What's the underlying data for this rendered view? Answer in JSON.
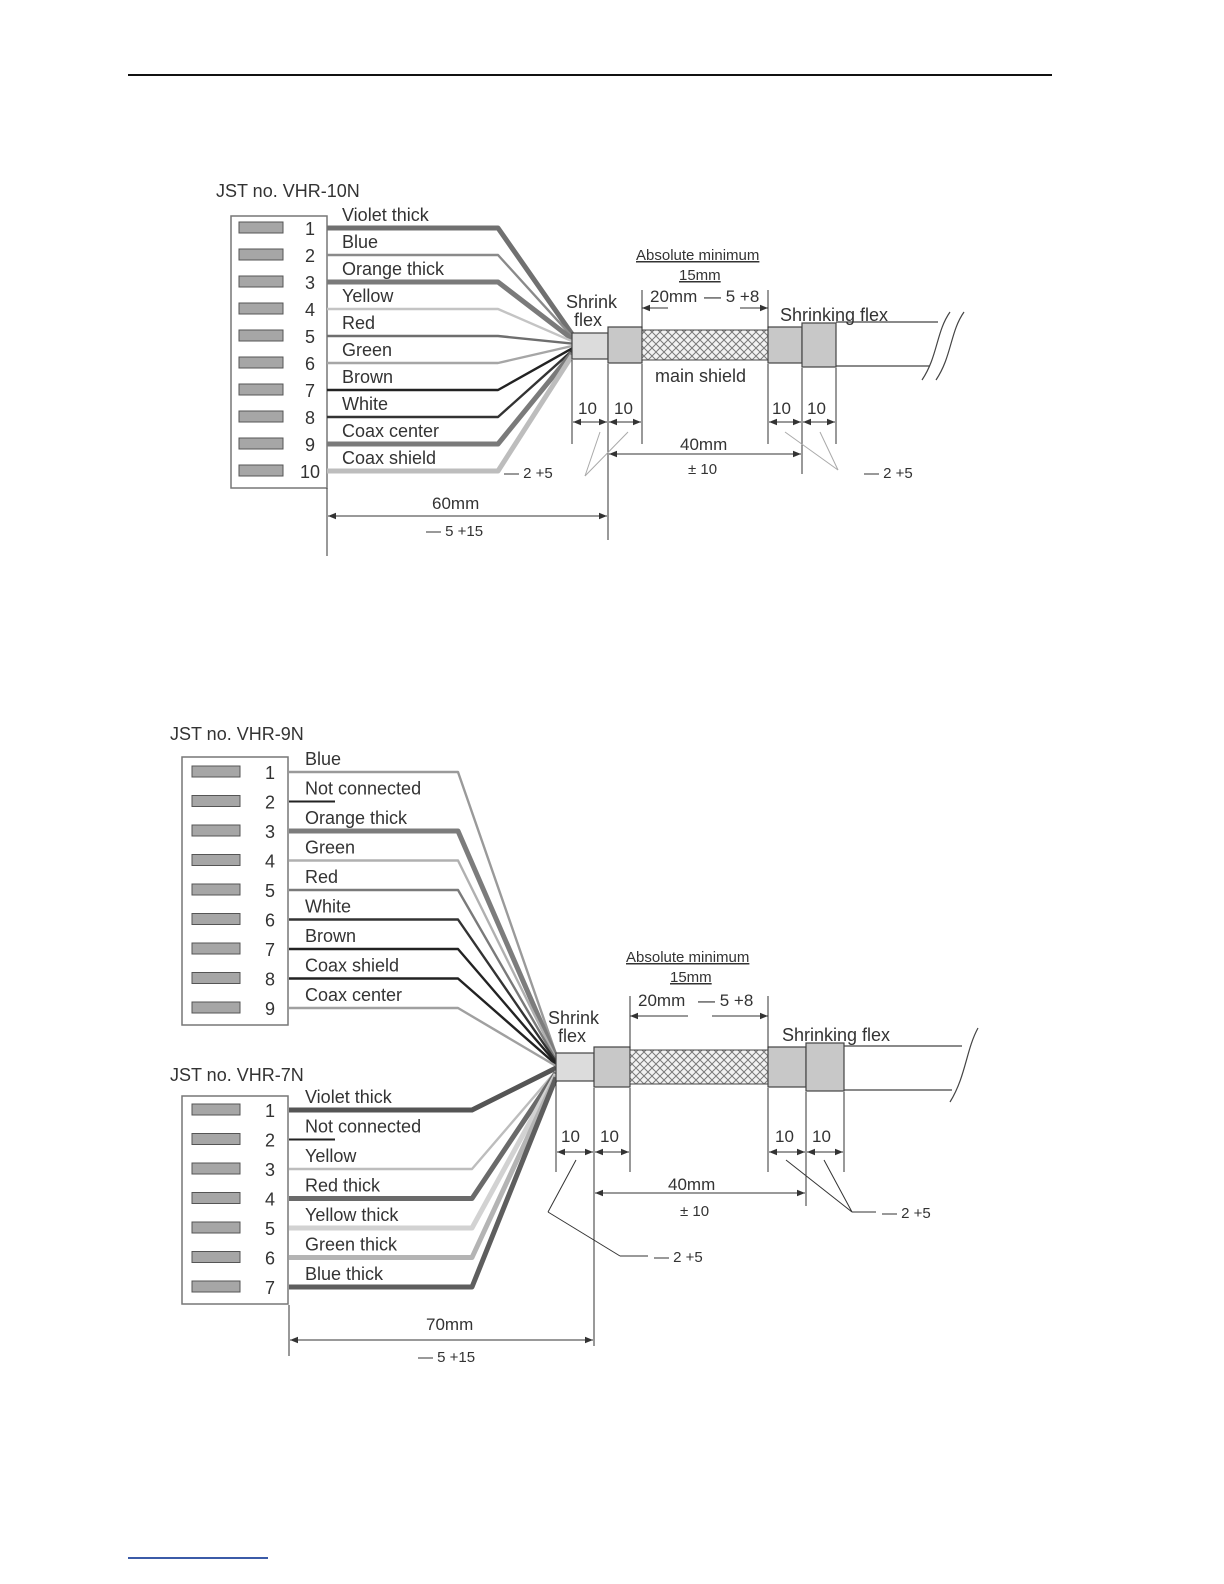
{
  "diagram1": {
    "connector": "JST no. VHR-10N",
    "wires": [
      {
        "pin": "1",
        "label": "Violet thick",
        "color": "#707070",
        "thick": true
      },
      {
        "pin": "2",
        "label": "Blue",
        "color": "#8a8a8a",
        "thick": false
      },
      {
        "pin": "3",
        "label": "Orange thick",
        "color": "#7a7a7a",
        "thick": true
      },
      {
        "pin": "4",
        "label": "Yellow",
        "color": "#c4c4c4",
        "thick": false
      },
      {
        "pin": "5",
        "label": "Red",
        "color": "#6e6e6e",
        "thick": false
      },
      {
        "pin": "6",
        "label": "Green",
        "color": "#a6a6a6",
        "thick": false
      },
      {
        "pin": "7",
        "label": "Brown",
        "color": "#222222",
        "thick": false
      },
      {
        "pin": "8",
        "label": "White",
        "color": "#333333",
        "thick": false
      },
      {
        "pin": "9",
        "label": "Coax center",
        "color": "#7a7a7a",
        "thick": true
      },
      {
        "pin": "10",
        "label": "Coax shield",
        "color": "#bdbdbd",
        "thick": true
      }
    ],
    "shrink_flex": [
      "Shrink",
      "flex"
    ],
    "abs_min": "Absolute minimum",
    "abs_min_value": "15mm",
    "shield_len": "20mm",
    "shield_tol": "— 5 +8",
    "shrinking_flex": "Shrinking flex",
    "main_shield": "main shield",
    "ten": "10",
    "len40": "40mm",
    "len40_tol": "± 10",
    "tol_small": "— 2 +5",
    "len_total": "60mm",
    "len_total_tol": "— 5 +15"
  },
  "diagram2": {
    "connector_a": "JST no. VHR-9N",
    "wires_a": [
      {
        "pin": "1",
        "label": "Blue",
        "color": "#9a9a9a",
        "thick": false,
        "nc": false
      },
      {
        "pin": "2",
        "label": "Not connected",
        "color": "#222222",
        "thick": false,
        "nc": true
      },
      {
        "pin": "3",
        "label": "Orange thick",
        "color": "#7c7c7c",
        "thick": true,
        "nc": false
      },
      {
        "pin": "4",
        "label": "Green",
        "color": "#b0b0b0",
        "thick": false,
        "nc": false
      },
      {
        "pin": "5",
        "label": "Red",
        "color": "#7a7a7a",
        "thick": false,
        "nc": false
      },
      {
        "pin": "6",
        "label": "White",
        "color": "#333333",
        "thick": false,
        "nc": false
      },
      {
        "pin": "7",
        "label": "Brown",
        "color": "#222222",
        "thick": false,
        "nc": false
      },
      {
        "pin": "8",
        "label": "Coax shield",
        "color": "#222222",
        "thick": false,
        "nc": false
      },
      {
        "pin": "9",
        "label": "Coax center",
        "color": "#a0a0a0",
        "thick": false,
        "nc": false
      }
    ],
    "connector_b": "JST no. VHR-7N",
    "wires_b": [
      {
        "pin": "1",
        "label": "Violet thick",
        "color": "#555555",
        "thick": true,
        "nc": false
      },
      {
        "pin": "2",
        "label": "Not connected",
        "color": "#222222",
        "thick": false,
        "nc": true
      },
      {
        "pin": "3",
        "label": "Yellow",
        "color": "#bdbdbd",
        "thick": false,
        "nc": false
      },
      {
        "pin": "4",
        "label": "Red thick",
        "color": "#6a6a6a",
        "thick": true,
        "nc": false
      },
      {
        "pin": "5",
        "label": "Yellow thick",
        "color": "#d2d2d2",
        "thick": true,
        "nc": false
      },
      {
        "pin": "6",
        "label": "Green thick",
        "color": "#b4b4b4",
        "thick": true,
        "nc": false
      },
      {
        "pin": "7",
        "label": "Blue thick",
        "color": "#5e5e5e",
        "thick": true,
        "nc": false
      }
    ],
    "shrink_flex": [
      "Shrink",
      "flex"
    ],
    "abs_min": "Absolute minimum",
    "abs_min_value": "15mm",
    "shield_len": "20mm",
    "shield_tol": "— 5 +8",
    "shrinking_flex": "Shrinking flex",
    "ten": "10",
    "len40": "40mm",
    "len40_tol": "± 10",
    "tol_small": "— 2 +5",
    "len_total": "70mm",
    "len_total_tol": "— 5 +15"
  }
}
